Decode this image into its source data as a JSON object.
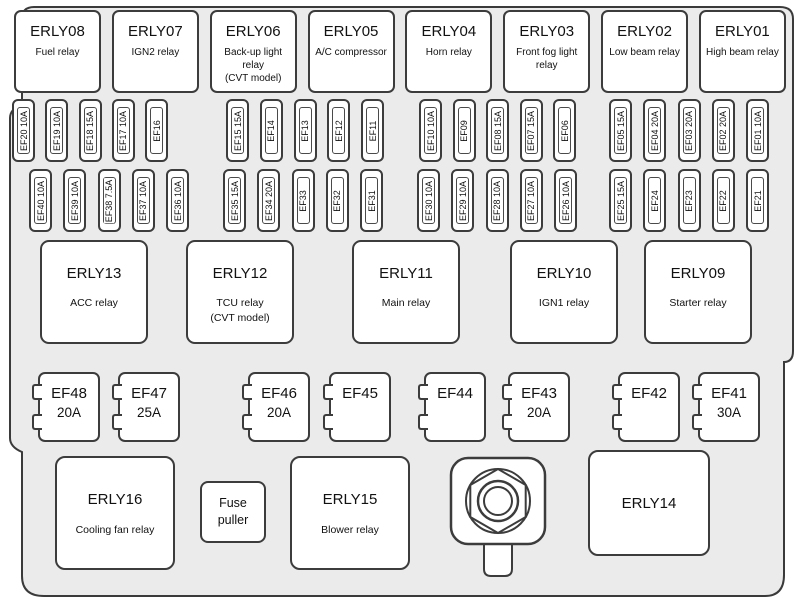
{
  "colors": {
    "panel_bg": "#ebebeb",
    "box_bg": "#ffffff",
    "border": "#3c3c3c",
    "text": "#111111"
  },
  "icons": {
    "mounting_bolt": "hex-bolt-top-view"
  },
  "relays_top": [
    {
      "id": "ERLY08",
      "desc": "Fuel relay"
    },
    {
      "id": "ERLY07",
      "desc": "IGN2 relay"
    },
    {
      "id": "ERLY06",
      "desc": "Back-up light relay",
      "desc2": "(CVT model)"
    },
    {
      "id": "ERLY05",
      "desc": "A/C compressor"
    },
    {
      "id": "ERLY04",
      "desc": "Horn relay"
    },
    {
      "id": "ERLY03",
      "desc": "Front fog light relay"
    },
    {
      "id": "ERLY02",
      "desc": "Low beam relay"
    },
    {
      "id": "ERLY01",
      "desc": "High beam relay"
    }
  ],
  "fuse_row1": [
    "EF20 10A",
    "EF19 10A",
    "EF18 15A",
    "EF17 10A",
    "EF16",
    "EF15 15A",
    "EF14",
    "EF13",
    "EF12",
    "EF11",
    "EF10 10A",
    "EF09",
    "EF08 15A",
    "EF07 15A",
    "EF06",
    "EF05 15A",
    "EF04 20A",
    "EF03 20A",
    "EF02 20A",
    "EF01 10A"
  ],
  "fuse_row2": [
    "EF40 10A",
    "EF39 10A",
    "EF38 7.5A",
    "EF37 10A",
    "EF36 10A",
    "EF35 15A",
    "EF34 20A",
    "EF33",
    "EF32",
    "EF31",
    "EF30 10A",
    "EF29 10A",
    "EF28 10A",
    "EF27 10A",
    "EF26 10A",
    "EF25 15A",
    "EF24",
    "EF23",
    "EF22",
    "EF21"
  ],
  "relays_mid": [
    {
      "id": "ERLY13",
      "desc": "ACC relay"
    },
    {
      "id": "ERLY12",
      "desc": "TCU relay",
      "desc2": "(CVT model)"
    },
    {
      "id": "ERLY11",
      "desc": "Main relay"
    },
    {
      "id": "ERLY10",
      "desc": "IGN1 relay"
    },
    {
      "id": "ERLY09",
      "desc": "Starter relay"
    }
  ],
  "fuses_mid": [
    {
      "id": "EF48",
      "amp": "20A"
    },
    {
      "id": "EF47",
      "amp": "25A"
    },
    {
      "id": "EF46",
      "amp": "20A"
    },
    {
      "id": "EF45",
      "amp": ""
    },
    {
      "id": "EF44",
      "amp": ""
    },
    {
      "id": "EF43",
      "amp": "20A"
    },
    {
      "id": "EF42",
      "amp": ""
    },
    {
      "id": "EF41",
      "amp": "30A"
    }
  ],
  "bottom": {
    "erly16": {
      "id": "ERLY16",
      "desc": "Cooling fan relay"
    },
    "fuse_puller_label": "Fuse puller",
    "erly15": {
      "id": "ERLY15",
      "desc": "Blower relay"
    },
    "erly14": {
      "id": "ERLY14"
    }
  }
}
